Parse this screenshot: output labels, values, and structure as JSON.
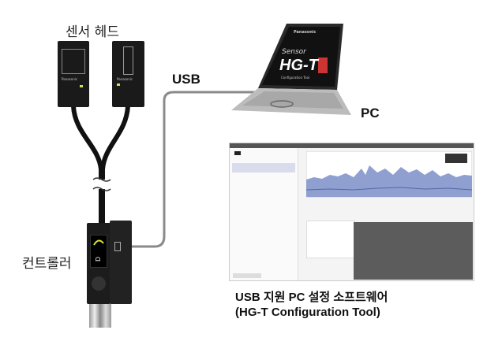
{
  "labels": {
    "sensor_head": "센서 헤드",
    "usb": "USB",
    "pc": "PC",
    "controller": "컨트롤러"
  },
  "laptop_screen": {
    "brand": "Panasonic",
    "line1": "Sensor",
    "line2": "HG-T",
    "line3": "Configuration Tool"
  },
  "sensor_brand": "Panasonic",
  "caption": {
    "line1": "USB 지원 PC 설정 소프트웨어",
    "line2": "(HG-T Configuration Tool)"
  },
  "colors": {
    "cable": "#888888",
    "device": "#1a1a1a",
    "chart_fill": "#8f9fd0",
    "chart_line": "#5566aa",
    "dark_panel": "#5c5c5c"
  }
}
